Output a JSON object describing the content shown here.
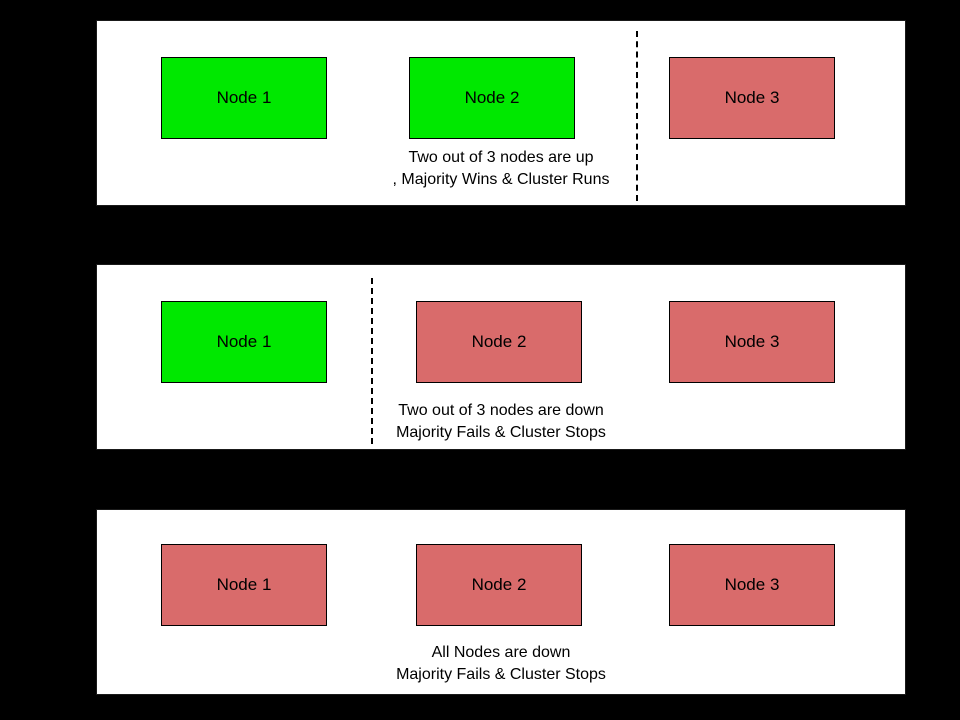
{
  "colors": {
    "background": "#000000",
    "panel_bg": "#ffffff",
    "node_up": "#00e800",
    "node_down": "#d96b6b",
    "border": "#000000"
  },
  "panels": [
    {
      "id": "two-nodes-up",
      "nodes": [
        {
          "label": "Node 1",
          "status": "up"
        },
        {
          "label": "Node 2",
          "status": "up"
        },
        {
          "label": "Node 3",
          "status": "down"
        }
      ],
      "caption": {
        "line1": "Two out of 3 nodes are up",
        "line2": ", Majority Wins & Cluster Runs"
      },
      "divider": "between Node 2 and Node 3"
    },
    {
      "id": "two-nodes-down",
      "nodes": [
        {
          "label": "Node 1",
          "status": "up"
        },
        {
          "label": "Node 2",
          "status": "down"
        },
        {
          "label": "Node 3",
          "status": "down"
        }
      ],
      "caption": {
        "line1": "Two out of 3 nodes are down",
        "line2": "Majority Fails & Cluster Stops"
      },
      "divider": "between Node 1 and Node 2"
    },
    {
      "id": "all-nodes-down",
      "nodes": [
        {
          "label": "Node 1",
          "status": "down"
        },
        {
          "label": "Node 2",
          "status": "down"
        },
        {
          "label": "Node 3",
          "status": "down"
        }
      ],
      "caption": {
        "line1": "All Nodes are down",
        "line2": "Majority Fails & Cluster Stops"
      },
      "divider": "none"
    }
  ]
}
